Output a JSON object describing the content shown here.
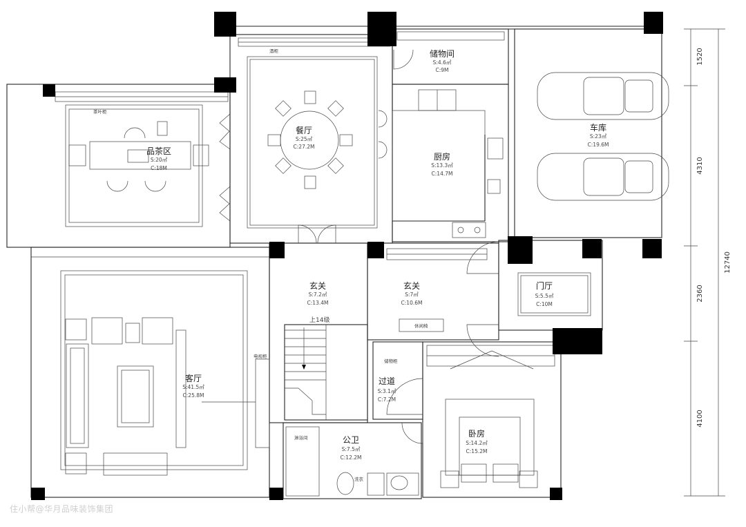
{
  "plan": {
    "rooms": {
      "tea": {
        "name": "品茶区",
        "area": "S:20㎡",
        "circ": "C:18M"
      },
      "dining": {
        "name": "餐厅",
        "area": "S:25㎡",
        "circ": "C:27.2M"
      },
      "storage": {
        "name": "储物间",
        "area": "S:4.6㎡",
        "circ": "C:9M"
      },
      "kitchen": {
        "name": "厨房",
        "area": "S:13.3㎡",
        "circ": "C:14.7M"
      },
      "garage": {
        "name": "车库",
        "area": "S:23㎡",
        "circ": "C:19.6M"
      },
      "foyer1": {
        "name": "玄关",
        "area": "S:7.2㎡",
        "circ": "C:13.4M"
      },
      "foyer2": {
        "name": "玄关",
        "area": "S:7㎡",
        "circ": "C:10.6M"
      },
      "hall": {
        "name": "门厅",
        "area": "S:5.5㎡",
        "circ": "C:10M"
      },
      "living": {
        "name": "客厅",
        "area": "S:41.5㎡",
        "circ": "C:25.8M"
      },
      "corridor": {
        "name": "过道",
        "area": "S:3.1㎡",
        "circ": "C:7.2M"
      },
      "bath": {
        "name": "公卫",
        "area": "S:7.5㎡",
        "circ": "C:12.2M"
      },
      "bedroom": {
        "name": "卧房",
        "area": "S:14.2㎡",
        "circ": "C:15.2M"
      }
    },
    "labels": {
      "stairs": "上14级",
      "shoe_bench": "休闲椅",
      "storage_cab": "储物柜",
      "tv_cab": "电视柜",
      "shower": "淋浴间",
      "tea_table": "茶叶柜",
      "wine_cab": "酒柜",
      "washer": "洗衣"
    },
    "dimensions": [
      "1520",
      "4310",
      "2360",
      "4100",
      "12740"
    ]
  },
  "watermark": "住小帮@华月品味装饰集团"
}
